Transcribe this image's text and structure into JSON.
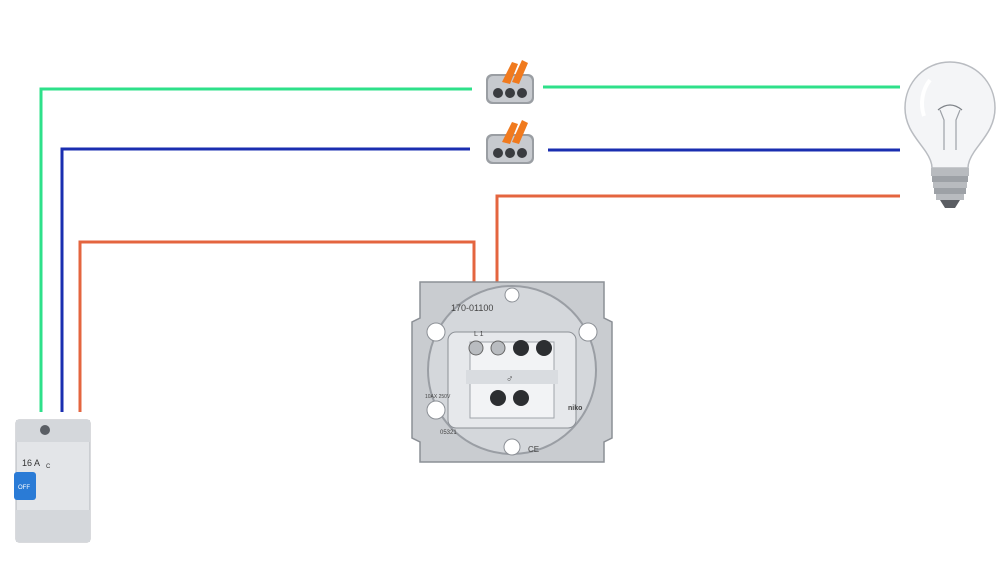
{
  "colors": {
    "earth": "#2ee08a",
    "neutral": "#1a2eb0",
    "live": "#e4653f",
    "metal": "#c9ccd0",
    "metal_dark": "#8c9096",
    "connector_lever": "#f07a1e",
    "breaker_toggle": "#2a7bd6"
  },
  "breaker": {
    "rating": "16 A",
    "curve": "C",
    "toggle_label": "OFF"
  },
  "switch": {
    "part_number": "170-01100",
    "terminal_label": "L 1",
    "rating": "10AX 250V",
    "code": "05321",
    "brand": "niko",
    "ce_mark": "CE"
  },
  "components": {
    "breaker": "circuit-breaker",
    "switch": "wall-switch-mechanism",
    "connectors": "lever-wire-connector",
    "lamp": "incandescent-bulb"
  }
}
